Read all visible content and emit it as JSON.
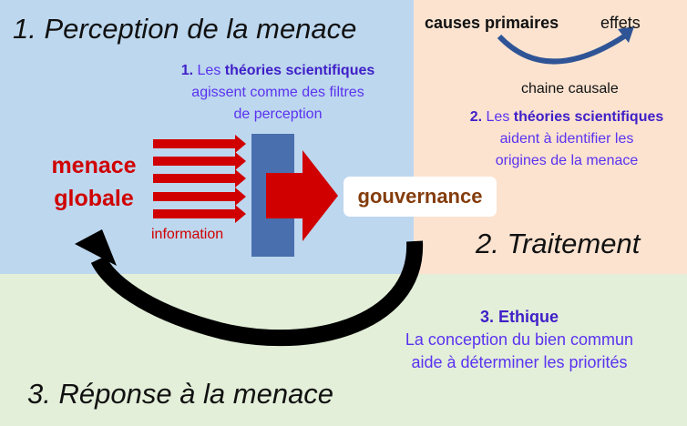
{
  "zones": {
    "perception_title": "1. Perception de la menace",
    "traitement_title": "2. Traitement",
    "reponse_title": "3. Réponse à la menace"
  },
  "perception": {
    "num": "1.",
    "les": "Les",
    "theories": "théories scientifiques",
    "line2": "agissent comme des filtres",
    "line3": "de perception"
  },
  "menace_line1": "menace",
  "menace_line2": "globale",
  "information": "information",
  "gouvernance": "gouvernance",
  "causal": {
    "causes": "causes primaires",
    "effets": "effets",
    "chaine": "chaine causale"
  },
  "traitement": {
    "num": "2.",
    "les": "Les",
    "theories": "théories scientifiques",
    "line2": "aident à identifier les",
    "line3": "origines de la menace"
  },
  "ethique": {
    "title": "3. Ethique",
    "line2": "La conception du bien commun",
    "line3": "aide à déterminer les priorités"
  },
  "colors": {
    "red": "#d00000",
    "purple": "#5a32f0",
    "filter": "#4a6fae",
    "brown": "#843c0c"
  }
}
